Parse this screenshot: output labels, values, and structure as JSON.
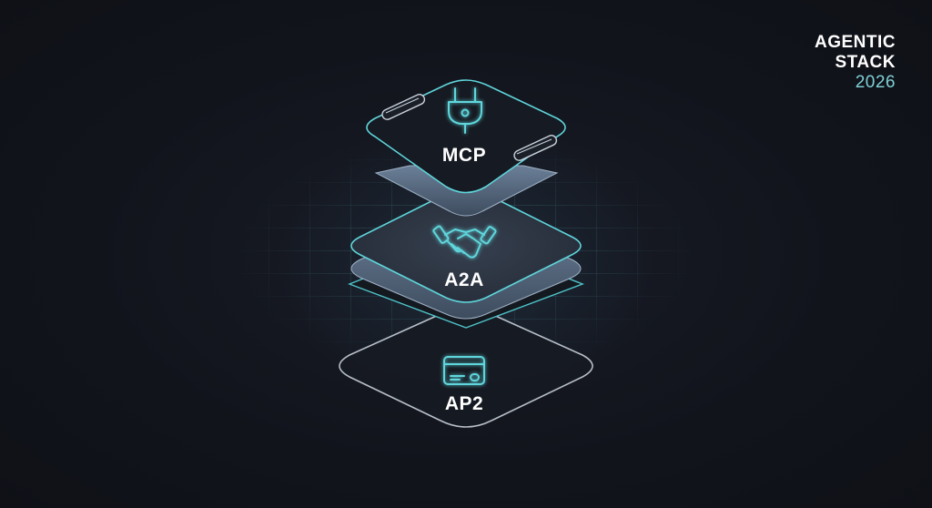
{
  "brand": {
    "line1": "AGENTIC",
    "line2": "STACK",
    "line3": "2026"
  },
  "layers": [
    {
      "id": "mcp",
      "label": "MCP",
      "icon": "plug-icon"
    },
    {
      "id": "a2a",
      "label": "A2A",
      "icon": "handshake-icon"
    },
    {
      "id": "ap2",
      "label": "AP2",
      "icon": "credit-card-icon"
    }
  ],
  "colors": {
    "background": "#12141c",
    "accent": "#5fd6dc",
    "accent_glow": "#3fc4cc",
    "plate_fill": "#2b3240",
    "plate_slate": "#5a6e86",
    "outline_light": "#c9d2dc",
    "text": "#ffffff",
    "year": "#7fd0d6"
  }
}
